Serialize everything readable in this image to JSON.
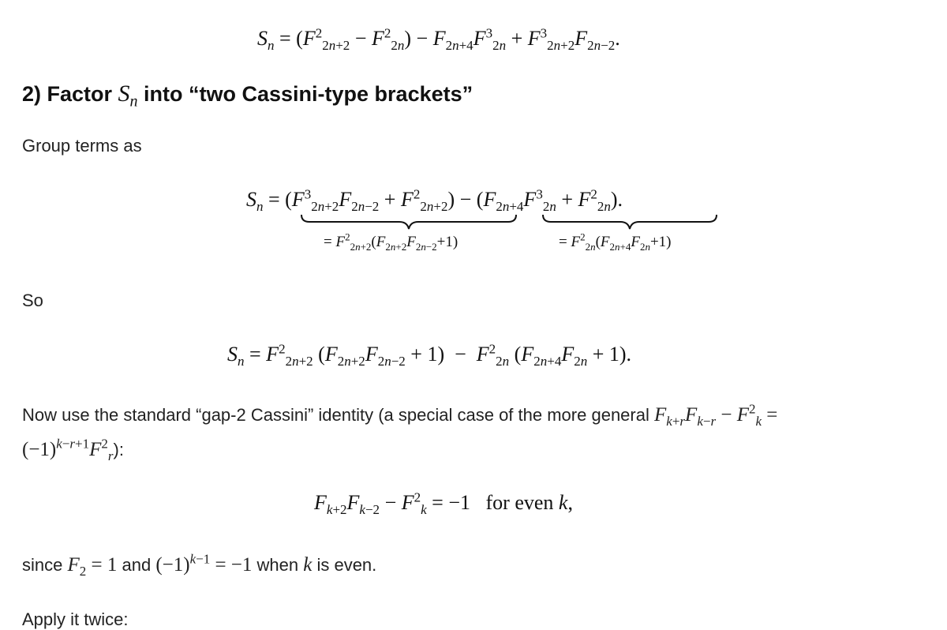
{
  "heading": {
    "prefix": "2) Factor ",
    "var": "S",
    "sub": "n",
    "suffix": " into “two Cassini-type brackets”"
  },
  "texts": {
    "group_terms": "Group terms as",
    "so": "So",
    "now_use": "Now use the standard “gap-2 Cassini” identity (a special case of the more general ",
    "now_use_end": "):",
    "since_prefix": "since ",
    "since_and": " and ",
    "since_when": " when ",
    "since_is_even": " is even.",
    "apply_twice": "Apply it twice:"
  },
  "equations": {
    "for_even": "for even"
  }
}
